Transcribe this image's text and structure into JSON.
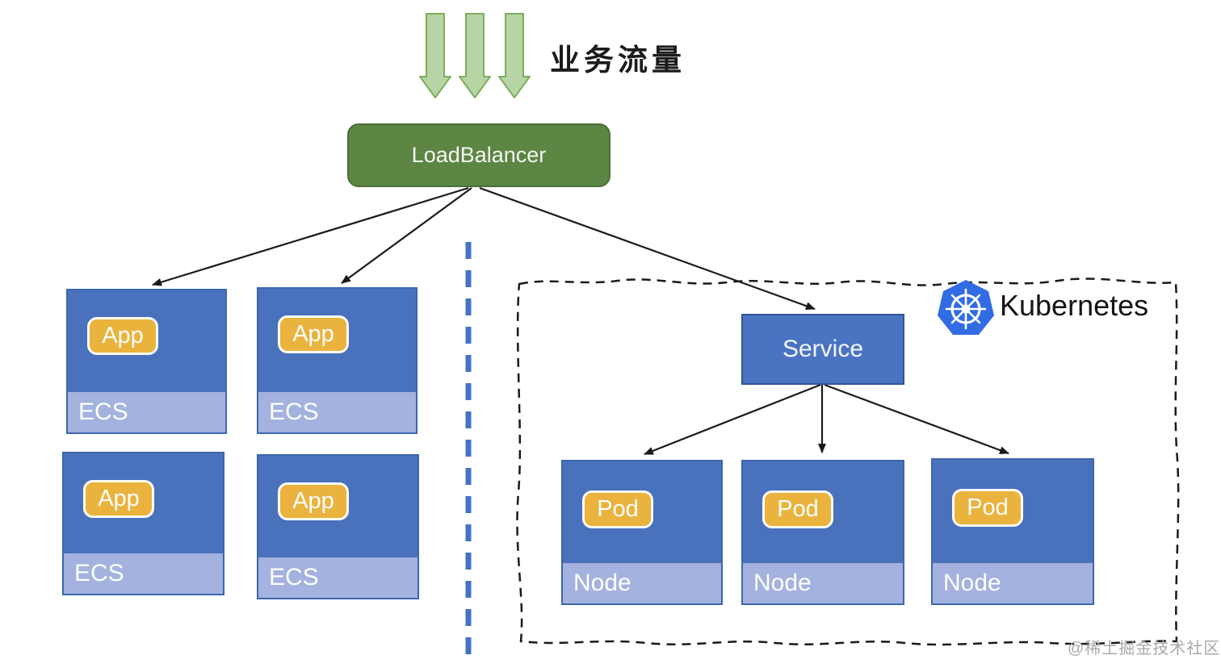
{
  "traffic": {
    "label": "业务流量"
  },
  "load_balancer": {
    "label": "LoadBalancer"
  },
  "ecs_boxes": [
    {
      "app_label": "App",
      "platform_label": "ECS"
    },
    {
      "app_label": "App",
      "platform_label": "ECS"
    },
    {
      "app_label": "App",
      "platform_label": "ECS"
    },
    {
      "app_label": "App",
      "platform_label": "ECS"
    }
  ],
  "kubernetes": {
    "title": "Kubernetes",
    "logo_color": "#326ce5",
    "service_label": "Service",
    "nodes": [
      {
        "pod_label": "Pod",
        "node_label": "Node"
      },
      {
        "pod_label": "Pod",
        "node_label": "Node"
      },
      {
        "pod_label": "Pod",
        "node_label": "Node"
      }
    ]
  },
  "watermark": "@稀土掘金技术社区",
  "colors": {
    "box_blue": "#4a72bc",
    "box_blue_light": "#a3b2de",
    "badge_yellow": "#eab33d",
    "lb_green": "#5d8544",
    "traffic_arrow_fill": "#b6d4a4",
    "traffic_arrow_stroke": "#7cae5d",
    "divider_blue": "#4472c4",
    "k8s_logo_blue": "#326ce5",
    "connector_black": "#1a1a1a"
  }
}
